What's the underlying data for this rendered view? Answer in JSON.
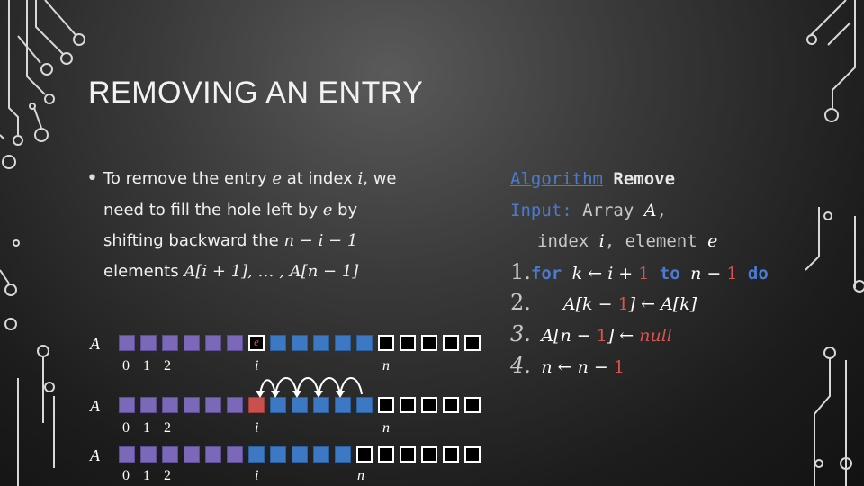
{
  "slide": {
    "title": "REMOVING AN ENTRY",
    "bullet": {
      "line1_a": "To remove the entry ",
      "line1_e": "e",
      "line1_b": " at index ",
      "line1_i": "i",
      "line1_c": ", we",
      "line2_a": "need to fill the hole left by ",
      "line2_e": "e",
      "line2_b": " by",
      "line3_a": "shifting backward the ",
      "line3_math": "n − i − 1",
      "line4_a": "elements ",
      "line4_math": "A[i + 1], … , A[n − 1]"
    }
  },
  "algorithm": {
    "keyword_algorithm": "Algorithm",
    "name": "Remove",
    "input_label": "Input:",
    "input_a": " Array ",
    "input_A": "A",
    "input_comma": ",",
    "input2_a": "index ",
    "input2_i": "i",
    "input2_b": ", element ",
    "input2_e": "e",
    "step1_num": "1.",
    "step1_for": "for ",
    "step1_k": "k ← ",
    "step1_i": "i",
    "step1_plus": " + ",
    "step1_one": "1",
    "step1_to": " to ",
    "step1_n": "n",
    "step1_minus": " − ",
    "step1_one2": "1",
    "step1_do": " do",
    "step2_num": "2.",
    "step2_a": "A[k − ",
    "step2_one": "1",
    "step2_b": "] ← A[k]",
    "step3_num": "3.",
    "step3_a": "A[n − ",
    "step3_one": "1",
    "step3_b": "] ← ",
    "step3_null": "null",
    "step4_num": "4.",
    "step4_a": "n ← n − ",
    "step4_one": "1"
  },
  "diagram": {
    "array_label": "A",
    "row1_cell_label": "e",
    "idx_0": "0",
    "idx_1": "1",
    "idx_2": "2",
    "idx_i": "i",
    "idx_n": "n"
  },
  "colors": {
    "purple": "#7b68b8",
    "blue": "#3d78c5",
    "red": "#c9504c",
    "empty": "#000000",
    "keyword_blue": "#4b7bd1",
    "accent_red": "#d9534f"
  }
}
